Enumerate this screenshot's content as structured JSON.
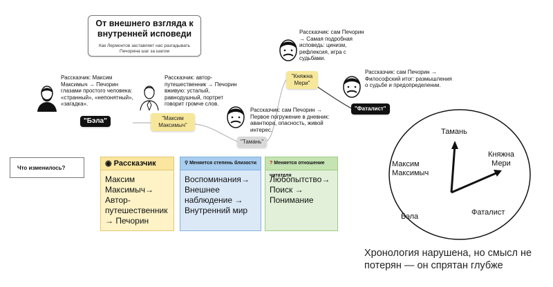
{
  "title_card": {
    "title": "От внешнего взгляда к внутренней исповеди",
    "subtitle": "Как Лермонтов заставляет нас разгадывать Печорина шаг за шагом"
  },
  "notes": {
    "bela": "Рассказчик: Максим Максимыч → Печорин глазами простого человека: «странный», «непонятный», «загадка».",
    "maksim": "Рассказчик: автор-путешественник → Печорин вживую: усталый, равнодушный, портрет говорит громче слов.",
    "taman": "Рассказчик: сам Печорин → Первое погружение в дневник: авантюра, опасность, живой интерес.",
    "mary": "Рассказчик: сам Печорин → Самая подробная исповедь: цинизм, рефлексия, игра с судьбами.",
    "fatalist": "Рассказчик: сам Печорин → Философский итог: размышления о судьбе и предопределении."
  },
  "nodes": {
    "bela": "\"Бэла\"",
    "maksim": "\"Максим Максимыч\"",
    "taman": "\"Тамань\"",
    "mary": "\"Княжна Мери\"",
    "fatalist": "\"Фаталист\""
  },
  "question": "Что изменилось?",
  "cards": [
    {
      "icon": "eye-icon",
      "head": "Рассказчик",
      "body": "Максим Максимыч→ Автор-путешественник → Печорин",
      "bg": "#fdf3c7",
      "headbg": "#fbe6a0"
    },
    {
      "icon": "magnifier-icon",
      "head": "Меняется степень близости",
      "body": "Воспоминания→ Внешнее наблюдение → Внутренний мир",
      "bg": "#dbe9f7",
      "headbg": "#a9cdef"
    },
    {
      "icon": "question-icon",
      "head": "Меняется отношение читателя",
      "body": "Любопытство→ Поиск → Понимание",
      "bg": "#e2f0d9",
      "headbg": "#c5e3b3"
    }
  ],
  "clock": {
    "taman": "Тамань",
    "mary": "Княжна Мери",
    "maksim": "Максим Максимыч",
    "bela": "Бэла",
    "fatalist": "Фаталист"
  },
  "caption": "Хронология нарушена, но смысл не потерян — он спрятан глубже",
  "colors": {
    "black": "#111111",
    "yellow": "#f7e79a",
    "grey": "#d9d9d9"
  }
}
